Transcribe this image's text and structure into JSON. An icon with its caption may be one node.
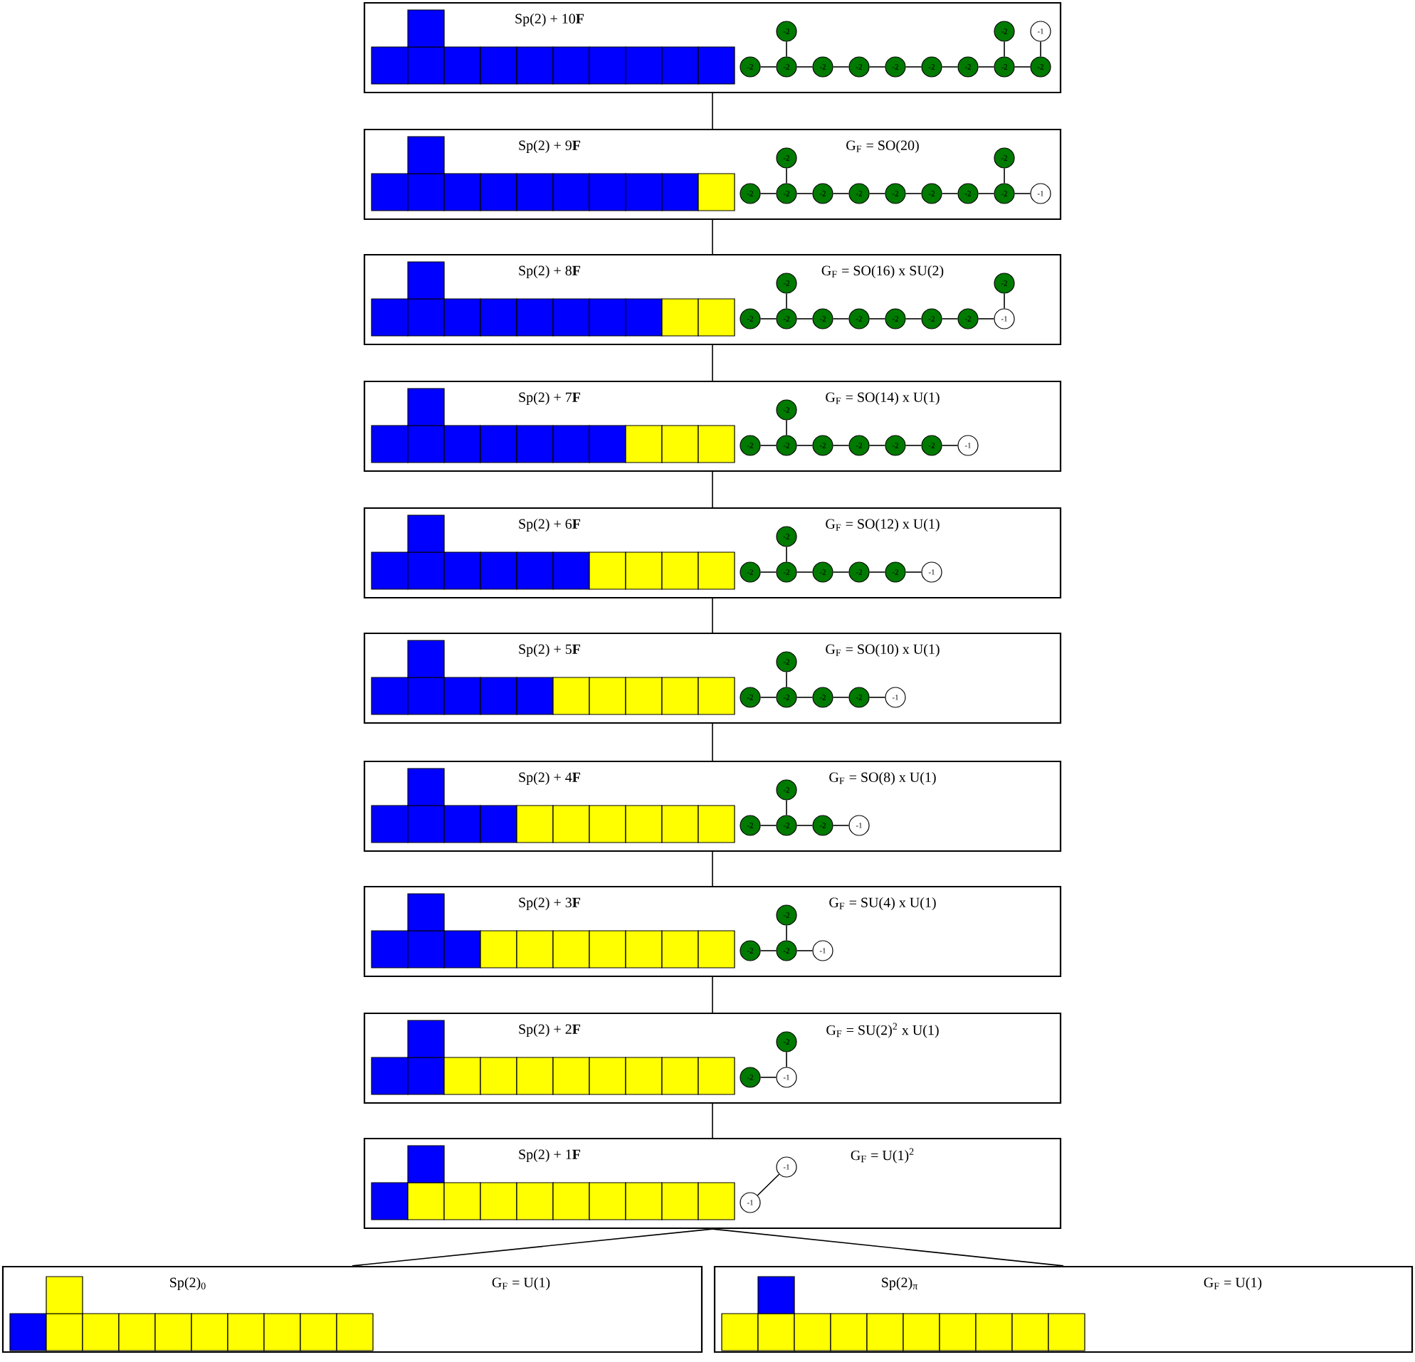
{
  "diagram": {
    "nodes": [
      {
        "text": [
          "Sp(2) + 10**F**"
        ]
      },
      {
        "text": [
          "-2"
        ],
        "in": 0
      },
      {
        "text": [
          "-2"
        ],
        "in": 0
      },
      {
        "text": [
          "-2"
        ],
        "in": 0
      },
      {
        "text": [
          "-2"
        ],
        "in": 0
      },
      {
        "text": [
          "-2"
        ],
        "in": 0
      },
      {
        "text": [
          "-2"
        ],
        "in": 0
      },
      {
        "text": [
          "-2"
        ],
        "in": 0
      },
      {
        "text": [
          "-2"
        ],
        "in": 0
      },
      {
        "text": [
          "-2"
        ],
        "in": 0
      },
      {
        "text": [
          "-2"
        ],
        "in": 0
      },
      {
        "text": [
          "-2"
        ],
        "in": 0
      },
      {
        "text": [
          "-1"
        ],
        "in": 0
      },
      {
        "text": [
          "Sp(2) + 9**F**",
          "G$_{F}$ = SO(20)"
        ]
      },
      {
        "text": [
          "-2"
        ],
        "in": 13
      },
      {
        "text": [
          "-2"
        ],
        "in": 13
      },
      {
        "text": [
          "-2"
        ],
        "in": 13
      },
      {
        "text": [
          "-2"
        ],
        "in": 13
      },
      {
        "text": [
          "-2"
        ],
        "in": 13
      },
      {
        "text": [
          "-2"
        ],
        "in": 13
      },
      {
        "text": [
          "-2"
        ],
        "in": 13
      },
      {
        "text": [
          "-2"
        ],
        "in": 13
      },
      {
        "text": [
          "-1"
        ],
        "in": 13
      },
      {
        "text": [
          "-2"
        ],
        "in": 13
      },
      {
        "text": [
          "-2"
        ],
        "in": 13
      },
      {
        "text": [
          "Sp(2) + 8**F**",
          "G$_{F}$ = SO(16) x SU(2)"
        ]
      },
      {
        "text": [
          "-2"
        ],
        "in": 25
      },
      {
        "text": [
          "-2"
        ],
        "in": 25
      },
      {
        "text": [
          "-2"
        ],
        "in": 25
      },
      {
        "text": [
          "-2"
        ],
        "in": 25
      },
      {
        "text": [
          "-2"
        ],
        "in": 25
      },
      {
        "text": [
          "-2"
        ],
        "in": 25
      },
      {
        "text": [
          "-2"
        ],
        "in": 25
      },
      {
        "text": [
          "-1"
        ],
        "in": 25
      },
      {
        "text": [
          "-2"
        ],
        "in": 25
      },
      {
        "text": [
          "-2"
        ],
        "in": 25
      },
      {
        "text": [
          "Sp(2) + 7**F**",
          "G$_{F}$ = SO(14) x U(1)"
        ]
      },
      {
        "text": [
          "-2"
        ],
        "in": 36
      },
      {
        "text": [
          "-2"
        ],
        "in": 36
      },
      {
        "text": [
          "-2"
        ],
        "in": 36
      },
      {
        "text": [
          "-2"
        ],
        "in": 36
      },
      {
        "text": [
          "-2"
        ],
        "in": 36
      },
      {
        "text": [
          "-2"
        ],
        "in": 36
      },
      {
        "text": [
          "-1"
        ],
        "in": 36
      },
      {
        "text": [
          "-2"
        ],
        "in": 36
      },
      {
        "text": [
          "Sp(2) + 6**F**",
          "G$_{F}$ = SO(12) x U(1)"
        ]
      },
      {
        "text": [
          "-2"
        ],
        "in": 45
      },
      {
        "text": [
          "-2"
        ],
        "in": 45
      },
      {
        "text": [
          "-2"
        ],
        "in": 45
      },
      {
        "text": [
          "-2"
        ],
        "in": 45
      },
      {
        "text": [
          "-2"
        ],
        "in": 45
      },
      {
        "text": [
          "-1"
        ],
        "in": 45
      },
      {
        "text": [
          "-2"
        ],
        "in": 45
      },
      {
        "text": [
          "Sp(2) + 5**F**",
          "G$_{F}$ = SO(10) x U(1)"
        ]
      },
      {
        "text": [
          "-2"
        ],
        "in": 53
      },
      {
        "text": [
          "-2"
        ],
        "in": 53
      },
      {
        "text": [
          "-2"
        ],
        "in": 53
      },
      {
        "text": [
          "-2"
        ],
        "in": 53
      },
      {
        "text": [
          "-1"
        ],
        "in": 53
      },
      {
        "text": [
          "-2"
        ],
        "in": 53
      },
      {
        "text": [
          "Sp(2) + 4**F**",
          "G$_{F}$ = SO(8) x U(1)"
        ]
      },
      {
        "text": [
          "-2"
        ],
        "in": 60
      },
      {
        "text": [
          "-2"
        ],
        "in": 60
      },
      {
        "text": [
          "-2"
        ],
        "in": 60
      },
      {
        "text": [
          "-1"
        ],
        "in": 60
      },
      {
        "text": [
          "-2"
        ],
        "in": 60
      },
      {
        "text": [
          "Sp(2) + 3**F**",
          "G$_{F}$ = SU(4) x U(1)"
        ]
      },
      {
        "text": [
          "-2"
        ],
        "in": 66
      },
      {
        "text": [
          "-2"
        ],
        "in": 66
      },
      {
        "text": [
          "-1"
        ],
        "in": 66
      },
      {
        "text": [
          "-2"
        ],
        "in": 66
      },
      {
        "text": [
          "Sp(2) + 2**F**",
          "G$_{F}$ = SU(2)$^{2}$ x U(1)"
        ]
      },
      {
        "text": [
          "-2"
        ],
        "in": 71
      },
      {
        "text": [
          "-1"
        ],
        "in": 71
      },
      {
        "text": [
          "-2"
        ],
        "in": 71
      },
      {
        "text": [
          "Sp(2) + 1**F**",
          "G$_{F}$ = U(1)$^{2}$"
        ]
      },
      {
        "text": [
          "-1"
        ],
        "in": 75
      },
      {
        "text": [
          "-1"
        ],
        "in": 75
      },
      {
        "text": [
          "Sp(2)$_{0}$",
          "G$_{F}$ = U(1)"
        ]
      },
      {
        "text": [
          "Sp(2)$_{π}$",
          "G$_{F}$ = U(1)"
        ]
      }
    ],
    "edges": [
      {
        "from": 0,
        "to": 13,
        "arrow": "none"
      },
      {
        "from": 13,
        "to": 25,
        "arrow": "none"
      },
      {
        "from": 25,
        "to": 36,
        "arrow": "none"
      },
      {
        "from": 36,
        "to": 45,
        "arrow": "none"
      },
      {
        "from": 45,
        "to": 53,
        "arrow": "none"
      },
      {
        "from": 53,
        "to": 60,
        "arrow": "none"
      },
      {
        "from": 60,
        "to": 66,
        "arrow": "none"
      },
      {
        "from": 66,
        "to": 71,
        "arrow": "none"
      },
      {
        "from": 71,
        "to": 75,
        "arrow": "none"
      },
      {
        "from": 75,
        "to": 78,
        "arrow": "none"
      },
      {
        "from": 75,
        "to": 79,
        "arrow": "none"
      },
      {
        "from": 1,
        "to": 2,
        "arrow": "none"
      },
      {
        "from": 2,
        "to": 3,
        "arrow": "none"
      },
      {
        "from": 3,
        "to": 4,
        "arrow": "none"
      },
      {
        "from": 4,
        "to": 5,
        "arrow": "none"
      },
      {
        "from": 5,
        "to": 6,
        "arrow": "none"
      },
      {
        "from": 6,
        "to": 7,
        "arrow": "none"
      },
      {
        "from": 7,
        "to": 8,
        "arrow": "none"
      },
      {
        "from": 8,
        "to": 9,
        "arrow": "none"
      },
      {
        "from": 2,
        "to": 10,
        "arrow": "none"
      },
      {
        "from": 8,
        "to": 11,
        "arrow": "none"
      },
      {
        "from": 9,
        "to": 12,
        "arrow": "none"
      },
      {
        "from": 14,
        "to": 15,
        "arrow": "none"
      },
      {
        "from": 15,
        "to": 16,
        "arrow": "none"
      },
      {
        "from": 16,
        "to": 17,
        "arrow": "none"
      },
      {
        "from": 17,
        "to": 18,
        "arrow": "none"
      },
      {
        "from": 18,
        "to": 19,
        "arrow": "none"
      },
      {
        "from": 19,
        "to": 20,
        "arrow": "none"
      },
      {
        "from": 20,
        "to": 21,
        "arrow": "none"
      },
      {
        "from": 21,
        "to": 22,
        "arrow": "none"
      },
      {
        "from": 15,
        "to": 23,
        "arrow": "none"
      },
      {
        "from": 21,
        "to": 24,
        "arrow": "none"
      },
      {
        "from": 26,
        "to": 27,
        "arrow": "none"
      },
      {
        "from": 27,
        "to": 28,
        "arrow": "none"
      },
      {
        "from": 28,
        "to": 29,
        "arrow": "none"
      },
      {
        "from": 29,
        "to": 30,
        "arrow": "none"
      },
      {
        "from": 30,
        "to": 31,
        "arrow": "none"
      },
      {
        "from": 31,
        "to": 32,
        "arrow": "none"
      },
      {
        "from": 32,
        "to": 33,
        "arrow": "none"
      },
      {
        "from": 27,
        "to": 34,
        "arrow": "none"
      },
      {
        "from": 33,
        "to": 35,
        "arrow": "none"
      },
      {
        "from": 37,
        "to": 38,
        "arrow": "none"
      },
      {
        "from": 38,
        "to": 39,
        "arrow": "none"
      },
      {
        "from": 39,
        "to": 40,
        "arrow": "none"
      },
      {
        "from": 40,
        "to": 41,
        "arrow": "none"
      },
      {
        "from": 41,
        "to": 42,
        "arrow": "none"
      },
      {
        "from": 42,
        "to": 43,
        "arrow": "none"
      },
      {
        "from": 38,
        "to": 44,
        "arrow": "none"
      },
      {
        "from": 46,
        "to": 47,
        "arrow": "none"
      },
      {
        "from": 47,
        "to": 48,
        "arrow": "none"
      },
      {
        "from": 48,
        "to": 49,
        "arrow": "none"
      },
      {
        "from": 49,
        "to": 50,
        "arrow": "none"
      },
      {
        "from": 50,
        "to": 51,
        "arrow": "none"
      },
      {
        "from": 47,
        "to": 52,
        "arrow": "none"
      },
      {
        "from": 54,
        "to": 55,
        "arrow": "none"
      },
      {
        "from": 55,
        "to": 56,
        "arrow": "none"
      },
      {
        "from": 56,
        "to": 57,
        "arrow": "none"
      },
      {
        "from": 57,
        "to": 58,
        "arrow": "none"
      },
      {
        "from": 55,
        "to": 59,
        "arrow": "none"
      },
      {
        "from": 61,
        "to": 62,
        "arrow": "none"
      },
      {
        "from": 62,
        "to": 63,
        "arrow": "none"
      },
      {
        "from": 63,
        "to": 64,
        "arrow": "none"
      },
      {
        "from": 62,
        "to": 65,
        "arrow": "none"
      },
      {
        "from": 67,
        "to": 68,
        "arrow": "none"
      },
      {
        "from": 68,
        "to": 69,
        "arrow": "none"
      },
      {
        "from": 68,
        "to": 70,
        "arrow": "none"
      },
      {
        "from": 72,
        "to": 73,
        "arrow": "none"
      },
      {
        "from": 73,
        "to": 74,
        "arrow": "none"
      },
      {
        "from": 76,
        "to": 77,
        "arrow": "none"
      }
    ]
  }
}
